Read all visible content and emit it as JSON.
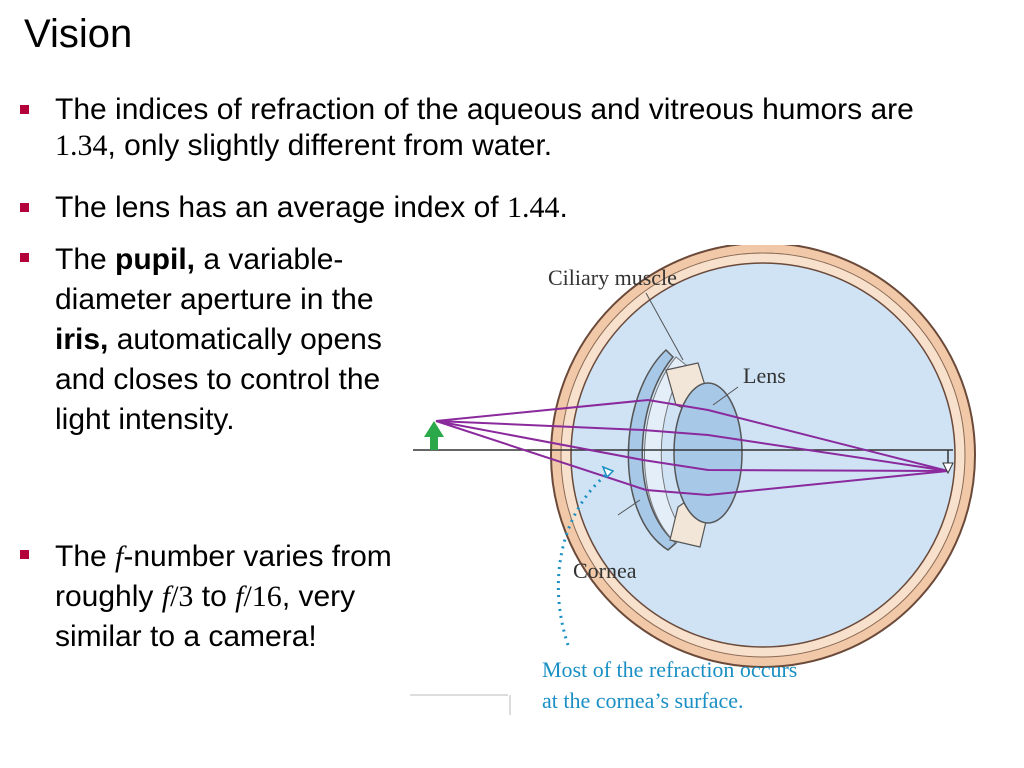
{
  "slide": {
    "title": "Vision",
    "bullet1": {
      "a": "The indices of refraction of the aqueous and vitreous humors are ",
      "value": "1.34",
      "b": ", only slightly different from water."
    },
    "bullet2": {
      "a": "The lens has an average index of ",
      "value": "1.44",
      "b": "."
    },
    "bullet3": {
      "a": "The ",
      "bold1": "pupil,",
      "b": " a variable-diameter aperture in the ",
      "bold2": "iris,",
      "c": " automatically opens and closes to control the light intensity."
    },
    "bullet4": {
      "a": "The ",
      "f": "f",
      "b": "-number varies from roughly ",
      "f1": "f",
      "v1": "/3",
      "c": " to ",
      "f2": "f",
      "v2": "/16",
      "d": ", very similar to a camera!"
    }
  },
  "figure": {
    "label_ciliary": "Ciliary muscle",
    "label_lens": "Lens",
    "label_cornea": "Cornea",
    "caption_line1": "Most of the refraction occurs",
    "caption_line2": "at the cornea’s surface."
  },
  "colors": {
    "bullet": "#b3003b",
    "ray": "#8a2a9c",
    "eye_fill": "#cfe3f5",
    "sclera": "#f2c9a8",
    "caption": "#1a8fc4",
    "arrow": "#2aa84a"
  }
}
